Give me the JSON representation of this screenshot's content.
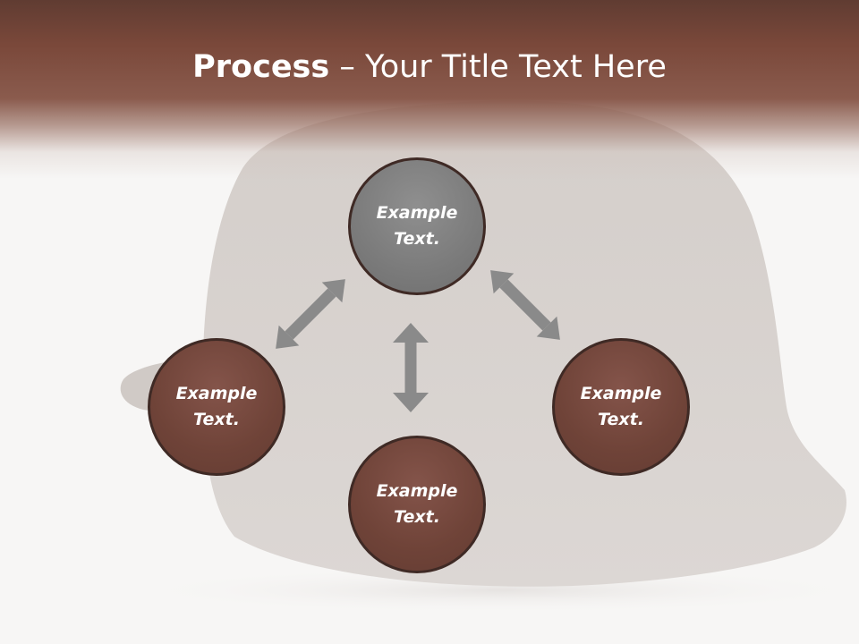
{
  "title": {
    "bold": "Process",
    "rest": " – Your Title Text Here"
  },
  "nodes": [
    {
      "id": "top",
      "line1": "Example",
      "line2": "Text."
    },
    {
      "id": "left",
      "line1": "Example",
      "line2": "Text."
    },
    {
      "id": "right",
      "line1": "Example",
      "line2": "Text."
    },
    {
      "id": "bottom",
      "line1": "Example",
      "line2": "Text."
    }
  ],
  "colors": {
    "header": "#7a483a",
    "node_fill": "#6f4338",
    "node_top_fill": "#7b7b7b",
    "node_border": "#3f2a25",
    "arrow": "#8a8a8a",
    "helmet": "#d8d3d0"
  }
}
